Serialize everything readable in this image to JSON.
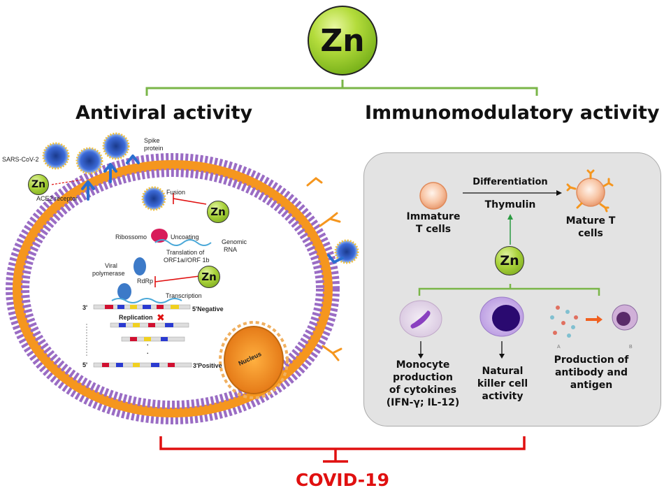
{
  "top": {
    "zn_label": "Zn"
  },
  "headings": {
    "antiviral": "Antiviral activity",
    "immuno": "Immunomodulatory activity"
  },
  "antiviral": {
    "sars_cov2": "SARS-CoV-2",
    "spike_protein": [
      "Spike",
      "protein"
    ],
    "zn": "Zn",
    "ace2": "ACE2 receptor",
    "fusion": "Fusion",
    "ribossomo": "Ribossomo",
    "uncoating": "Uncoating",
    "genomic_rna": [
      "Genomic",
      "RNA"
    ],
    "translation": [
      "Translation of",
      "ORF1a//ORF 1b"
    ],
    "viral_polymerase": [
      "Viral",
      "polymerase"
    ],
    "rdrp": "RdRp",
    "transcription": "Transcription",
    "replication": "Replication",
    "three_prime_top": "3'",
    "five_negative": "5'Negative",
    "five_prime_bottom": "5'",
    "three_positive": "3'Positive",
    "nucleus": "Nucleus",
    "dot": "."
  },
  "immuno": {
    "differentiation": "Differentiation",
    "thymulin": "Thymulin",
    "immature": [
      "Immature",
      "T cells"
    ],
    "mature": [
      "Mature T",
      "cells"
    ],
    "zn": "Zn",
    "monocyte": [
      "Monocyte",
      "production",
      "of cytokines",
      "(IFN-γ; IL-12)"
    ],
    "nk": [
      "Natural",
      "killer cell",
      "activity"
    ],
    "antibody": [
      "Production of",
      "antibody and",
      "antigen"
    ],
    "label_a": "A",
    "label_b": "B"
  },
  "bottom": {
    "covid": "COVID-19"
  },
  "colors": {
    "green_line": "#7ab648",
    "red_line": "#e01010",
    "membrane_orange": "#f5961e",
    "membrane_purple": "#8a5ab5"
  }
}
